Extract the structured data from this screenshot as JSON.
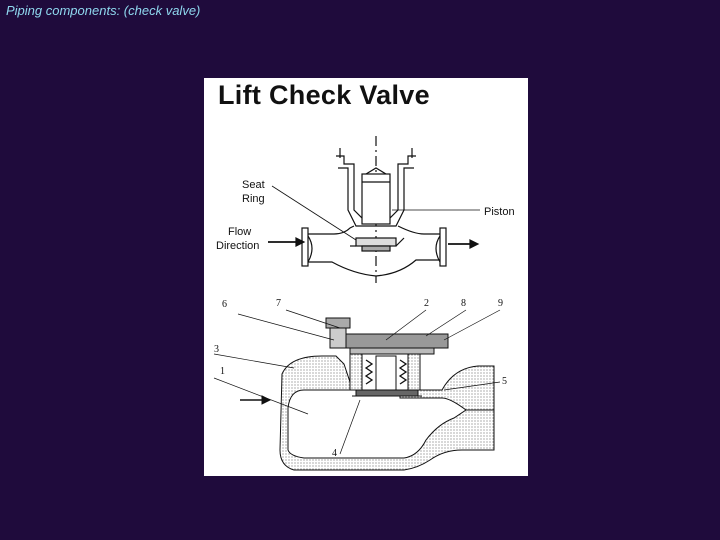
{
  "slide": {
    "title": "Piping components: (check valve)"
  },
  "figure": {
    "heading": "Lift Check Valve",
    "labels": {
      "seat": "Seat",
      "ring": "Ring",
      "piston": "Piston",
      "flow": "Flow",
      "direction": "Direction"
    },
    "parts": [
      "1",
      "2",
      "3",
      "4",
      "5",
      "6",
      "7",
      "8",
      "9"
    ]
  },
  "colors": {
    "background": "#1f0b3c",
    "title": "#8fd8ef",
    "figure_bg": "#ffffff"
  }
}
